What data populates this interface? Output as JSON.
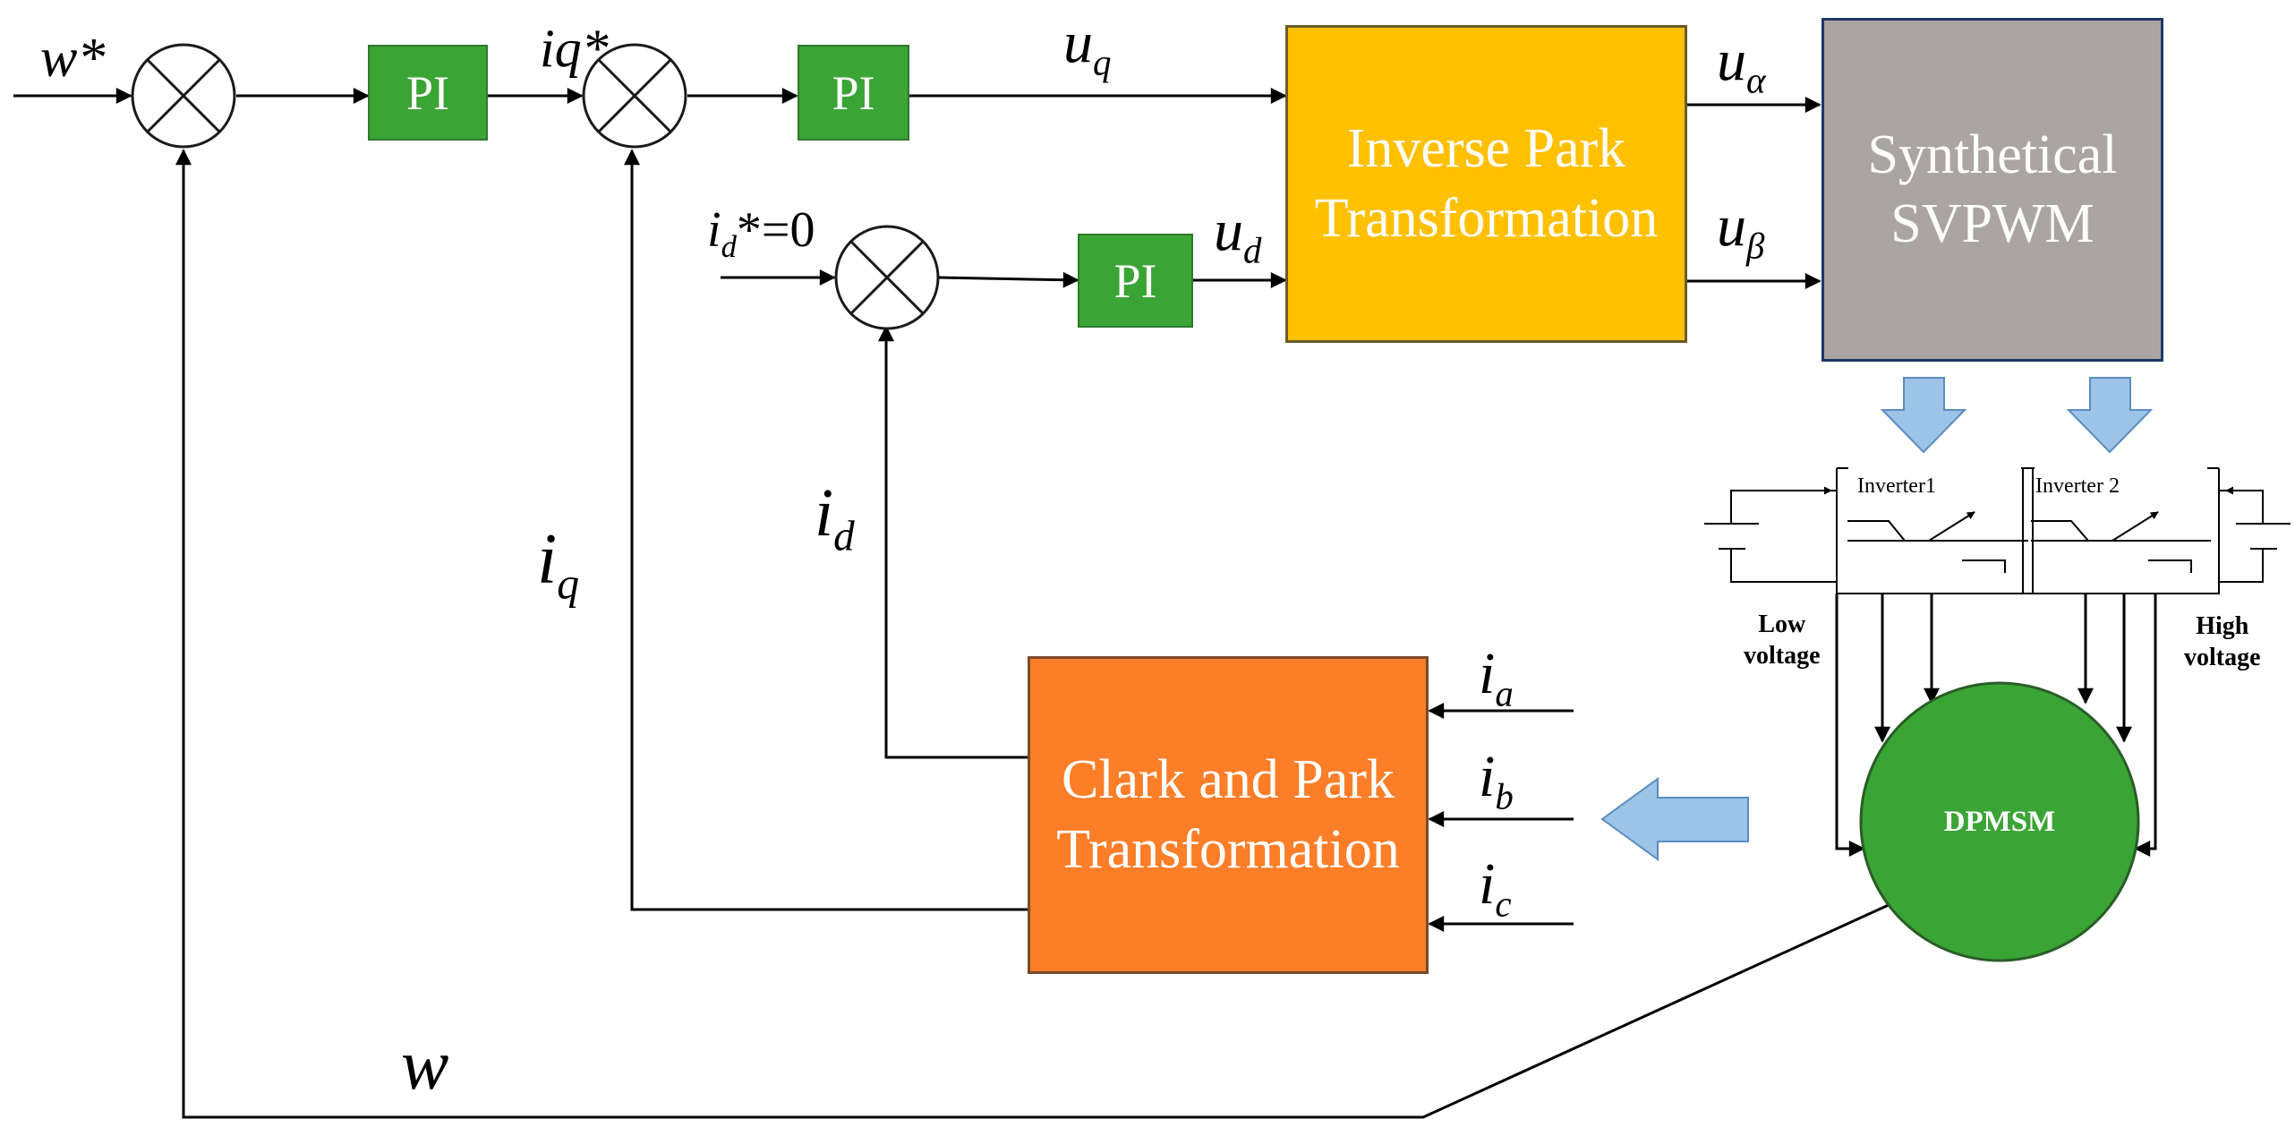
{
  "signals": {
    "w_ref": "w*",
    "iq_ref": "iq*",
    "id_ref": "i",
    "id_ref_sub": "d",
    "id_ref_tail": "*=0",
    "uq": "u",
    "uq_sub": "q",
    "ud": "u",
    "ud_sub": "d",
    "ualpha": "u",
    "ualpha_sub": "α",
    "ubeta": "u",
    "ubeta_sub": "β",
    "id_fb": "i",
    "id_fb_sub": "d",
    "iq_fb": "i",
    "iq_fb_sub": "q",
    "ia": "i",
    "ia_sub": "a",
    "ib": "i",
    "ib_sub": "b",
    "ic": "i",
    "ic_sub": "c",
    "w_fb": "w"
  },
  "blocks": {
    "pi_speed": "PI",
    "pi_q": "PI",
    "pi_d": "PI",
    "inverse_park_line1": "Inverse Park",
    "inverse_park_line2": "Transformation",
    "svpwm_line1": "Synthetical",
    "svpwm_line2": "SVPWM",
    "clark_park_line1": "Clark and Park",
    "clark_park_line2": "Transformation",
    "motor": "DPMSM"
  },
  "inverters": {
    "inverter1": "Inverter1",
    "inverter2": "Inverter 2",
    "low_voltage_line1": "Low",
    "low_voltage_line2": "voltage",
    "high_voltage_line1": "High",
    "high_voltage_line2": "voltage"
  },
  "colors": {
    "pi_green": "#3aa435",
    "inverse_park_yellow": "#ffc000",
    "svpwm_gray": "#aaa5a2",
    "clark_park_orange": "#fd7e28",
    "motor_green": "#3aa435",
    "flow_arrow_blue": "#9dc3e6"
  }
}
